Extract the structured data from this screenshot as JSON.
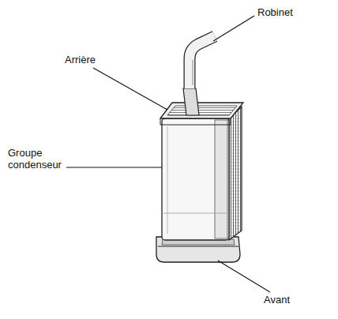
{
  "diagram": {
    "labels": [
      "Robinet",
      "Arrière",
      "Groupe condenseur",
      "Avant"
    ]
  }
}
